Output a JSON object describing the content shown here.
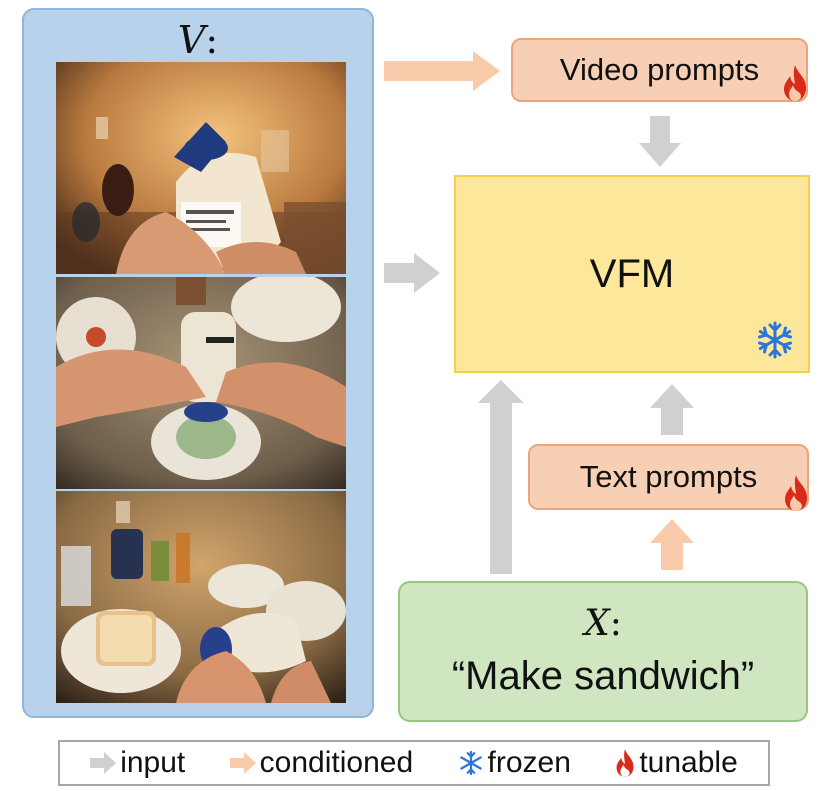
{
  "video_panel": {
    "label_var": "V",
    "label_colon": ":"
  },
  "boxes": {
    "video_prompts": "Video prompts",
    "vfm": "VFM",
    "text_prompts": "Text prompts",
    "instruction_var": "X",
    "instruction_colon": ":",
    "instruction_text": "“Make sandwich”"
  },
  "legend": {
    "input": "input",
    "conditioned": "conditioned",
    "frozen": "frozen",
    "tunable": "tunable"
  },
  "colors": {
    "input_arrow": "#d0d0d0",
    "conditioned_arrow": "#f8cbaa",
    "frozen_icon": "#2e75d9",
    "tunable_icon": "#d92b1a"
  },
  "icons": [
    "fire-icon",
    "snowflake-icon",
    "arrow-right-icon",
    "arrow-up-icon",
    "arrow-down-icon"
  ]
}
